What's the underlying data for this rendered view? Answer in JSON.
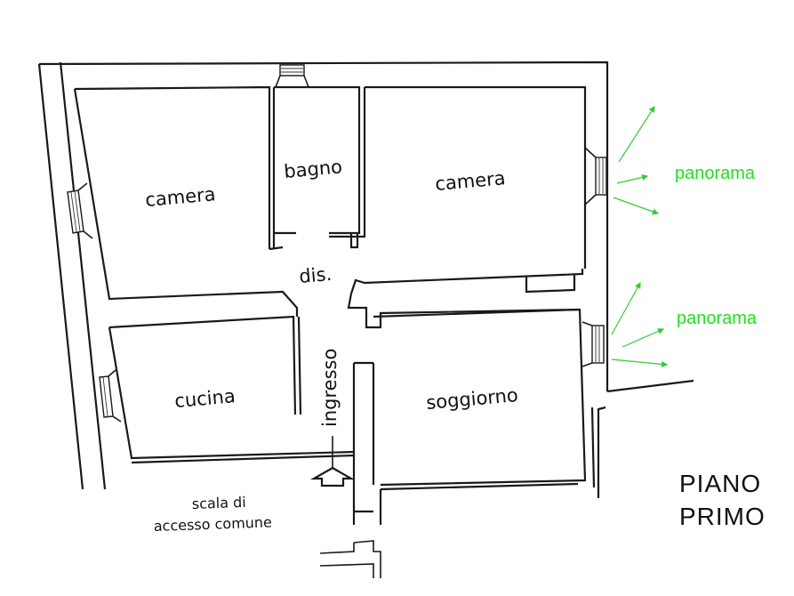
{
  "plan": {
    "floor_title_line1": "PIANO",
    "floor_title_line2": "PRIMO",
    "rooms": {
      "camera_left": "camera",
      "bagno": "bagno",
      "camera_right": "camera",
      "disimpegno": "dis.",
      "cucina": "cucina",
      "ingresso": "ingresso",
      "soggiorno": "soggiorno",
      "scala_line1": "scala di",
      "scala_line2": "accesso comune"
    },
    "views": [
      {
        "label": "panorama"
      },
      {
        "label": "panorama"
      }
    ],
    "colors": {
      "walls": "#1a1a1a",
      "panorama": "#22dd22",
      "background": "#ffffff"
    },
    "icons": {
      "entrance_arrow": "arrow-up-icon",
      "window": "window-icon",
      "view_arrow": "arrow-icon"
    }
  }
}
